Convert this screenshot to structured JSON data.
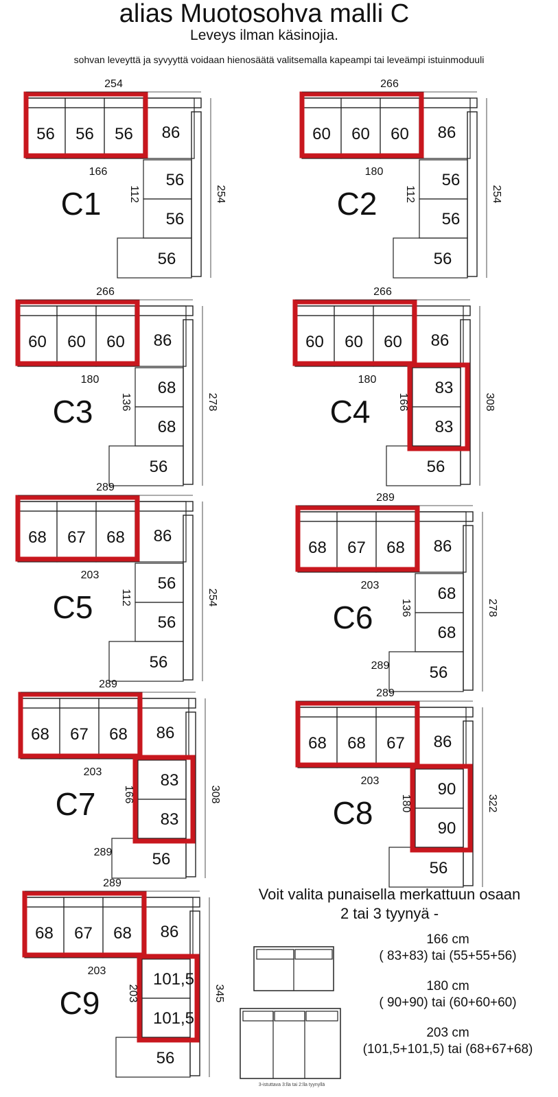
{
  "header": {
    "title": "alias Muotosohva malli C",
    "subtitle": "Leveys ilman käsinojia.",
    "note": "sohvan leveyttä ja syvyyttä voidaan hienosäätä valitsemalla kapeampi tai leveämpi istuinmoduuli"
  },
  "colors": {
    "highlight": "#c8171e",
    "line": "#222222"
  },
  "models": [
    {
      "name": "C1",
      "top_label": "254",
      "inner_width": "166",
      "depth_label": "112",
      "side_label": "254",
      "bottom_label": "",
      "top_seats": [
        "56",
        "56",
        "56"
      ],
      "corner": "86",
      "side_seats": [
        "56",
        "56"
      ],
      "end": "56",
      "side_highlight": false
    },
    {
      "name": "C2",
      "top_label": "266",
      "inner_width": "180",
      "depth_label": "112",
      "side_label": "254",
      "bottom_label": "",
      "top_seats": [
        "60",
        "60",
        "60"
      ],
      "corner": "86",
      "side_seats": [
        "56",
        "56"
      ],
      "end": "56",
      "side_highlight": false
    },
    {
      "name": "C3",
      "top_label": "266",
      "inner_width": "180",
      "depth_label": "136",
      "side_label": "278",
      "bottom_label": "",
      "top_seats": [
        "60",
        "60",
        "60"
      ],
      "corner": "86",
      "side_seats": [
        "68",
        "68"
      ],
      "end": "56",
      "side_highlight": false
    },
    {
      "name": "C4",
      "top_label": "266",
      "inner_width": "180",
      "depth_label": "166",
      "side_label": "308",
      "bottom_label": "",
      "top_seats": [
        "60",
        "60",
        "60"
      ],
      "corner": "86",
      "side_seats": [
        "83",
        "83"
      ],
      "end": "56",
      "side_highlight": true
    },
    {
      "name": "C5",
      "top_label": "289",
      "inner_width": "203",
      "depth_label": "112",
      "side_label": "254",
      "bottom_label": "",
      "top_seats": [
        "68",
        "67",
        "68"
      ],
      "corner": "86",
      "side_seats": [
        "56",
        "56"
      ],
      "end": "56",
      "side_highlight": false
    },
    {
      "name": "C6",
      "top_label": "289",
      "inner_width": "203",
      "depth_label": "136",
      "side_label": "278",
      "bottom_label": "289",
      "top_seats": [
        "68",
        "67",
        "68"
      ],
      "corner": "86",
      "side_seats": [
        "68",
        "68"
      ],
      "end": "56",
      "side_highlight": false
    },
    {
      "name": "C7",
      "top_label": "289",
      "inner_width": "203",
      "depth_label": "166",
      "side_label": "308",
      "bottom_label": "289",
      "top_seats": [
        "68",
        "67",
        "68"
      ],
      "corner": "86",
      "side_seats": [
        "83",
        "83"
      ],
      "end": "56",
      "side_highlight": true
    },
    {
      "name": "C8",
      "top_label": "289",
      "inner_width": "203",
      "depth_label": "180",
      "side_label": "322",
      "bottom_label": "",
      "top_seats": [
        "68",
        "68",
        "67"
      ],
      "corner": "86",
      "side_seats": [
        "90",
        "90"
      ],
      "end": "56",
      "side_highlight": true
    },
    {
      "name": "C9",
      "top_label": "289",
      "inner_width": "203",
      "depth_label": "203",
      "side_label": "345",
      "bottom_label": "",
      "top_seats": [
        "68",
        "67",
        "68"
      ],
      "corner": "86",
      "side_seats": [
        "101,5",
        "101,5"
      ],
      "end": "56",
      "side_highlight": true
    }
  ],
  "legend": {
    "heading_line1": "Voit valita punaisella merkattuun osaan",
    "heading_line2": "2 tai 3 tyynyä -",
    "options": [
      {
        "size": "166 cm",
        "combo": "( 83+83) tai (55+55+56)"
      },
      {
        "size": "180 cm",
        "combo": "( 90+90) tai (60+60+60)"
      },
      {
        "size": "203 cm",
        "combo": "(101,5+101,5) tai (68+67+68)"
      }
    ],
    "footnote": "3-istuttava 3:lla tai 2:lla tyynyllä"
  }
}
